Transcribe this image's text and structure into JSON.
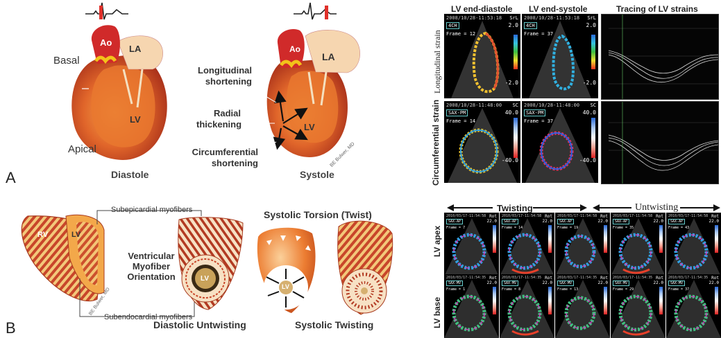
{
  "panelA": {
    "letter": "A",
    "basal": "Basal",
    "apical": "Apical",
    "ao1": "Ao",
    "la1": "LA",
    "lv1": "LV",
    "ao2": "Ao",
    "la2": "LA",
    "lv2": "LV",
    "diastole": "Diastole",
    "systole": "Systole",
    "longitudinal": [
      "Longitudinal",
      "shortening"
    ],
    "radial": [
      "Radial",
      "thickening"
    ],
    "circumferential": [
      "Circumferential",
      "shortening"
    ],
    "signature": "BE Bulwer, MD"
  },
  "panelB": {
    "letter": "B",
    "rv": "RV",
    "lv": "LV",
    "lv_inner1": "LV",
    "lv_inner2": "LV",
    "subepicardial": "Subepicardial myofibers",
    "subendocardial": "Subendocardial myofibers",
    "orientation": [
      "Ventricular",
      "Myofiber",
      "Orientation"
    ],
    "torsion_title": "Systolic Torsion (Twist)",
    "diastolic_untwisting": "Diastolic Untwisting",
    "systolic_twisting": "Systolic Twisting",
    "signature": "BE Bulwer, MD"
  },
  "echoTop": {
    "col1": "LV end-diastole",
    "col2": "LV end-systole",
    "col3": "Tracing of LV strains",
    "row1": "Longitudinal strain",
    "row2": "Circumferential strain",
    "r1c1": {
      "hdr": "2008/10/28-11:53:18",
      "tag": "4CH",
      "frame": "Frame = 12",
      "unit": "SrL",
      "top": "2.0",
      "bot": "-2.0"
    },
    "r1c2": {
      "hdr": "2008/10/28-11:53:18",
      "tag": "4CH",
      "frame": "Frame = 37",
      "unit": "SrL",
      "top": "2.0",
      "bot": "-2.0"
    },
    "r2c1": {
      "hdr": "2008/10/28-11:48:00",
      "tag": "SAX-PM",
      "frame": "Frame = 14",
      "unit": "SC",
      "top": "40.0",
      "bot": "-40.0"
    },
    "r2c2": {
      "hdr": "2008/10/28-11:48:00",
      "tag": "SAX-PM",
      "frame": "Frame = 37",
      "unit": "SC",
      "top": "40.0",
      "bot": "-40.0"
    }
  },
  "echoBottom": {
    "twisting": "Twisting",
    "untwisting": "Untwisting",
    "row1": "LV apex",
    "row2": "LV base",
    "apex": [
      {
        "hdr": "2010/03/17-11:54:58",
        "tag": "SAX-AP",
        "frame": "Frame = 7",
        "unit": "Rot",
        "top": "22.0"
      },
      {
        "hdr": "2010/03/17-11:54:58",
        "tag": "SAX-AP",
        "frame": "Frame = 14",
        "unit": "Rot",
        "top": "22.0"
      },
      {
        "hdr": "2010/03/17-11:54:58",
        "tag": "SAX-AP",
        "frame": "Frame = 19",
        "unit": "Rot",
        "top": "22.0"
      },
      {
        "hdr": "2010/03/17-11:54:58",
        "tag": "SAX-AP",
        "frame": "Frame = 35",
        "unit": "Rot",
        "top": "22.0"
      },
      {
        "hdr": "2010/03/17-11:54:58",
        "tag": "SAX-AP",
        "frame": "Frame = 43",
        "unit": "Rot",
        "top": "22.0"
      }
    ],
    "base": [
      {
        "hdr": "2010/03/17-11:54:35",
        "tag": "SAX-MV",
        "frame": "Frame = 1",
        "unit": "Rot",
        "top": "22.0"
      },
      {
        "hdr": "2010/03/17-11:54:35",
        "tag": "SAX-MV",
        "frame": "Frame = 8",
        "unit": "Rot",
        "top": "22.0"
      },
      {
        "hdr": "2010/03/17-11:54:35",
        "tag": "SAX-MV",
        "frame": "Frame = 13",
        "unit": "Rot",
        "top": "22.0"
      },
      {
        "hdr": "2010/03/17-11:54:35",
        "tag": "SAX-MV",
        "frame": "Frame = 29",
        "unit": "Rot",
        "top": "22.0"
      },
      {
        "hdr": "2010/03/17-11:54:35",
        "tag": "SAX-MV",
        "frame": "Frame = 37",
        "unit": "Rot",
        "top": "22.0"
      }
    ]
  },
  "colors": {
    "myocardium": "#c8461a",
    "myocardium_light": "#f08a3a",
    "la": "#f6d6b0",
    "aorta": "#d02a2a",
    "valve": "#f2c21a",
    "ecg_red": "#e0302a"
  }
}
